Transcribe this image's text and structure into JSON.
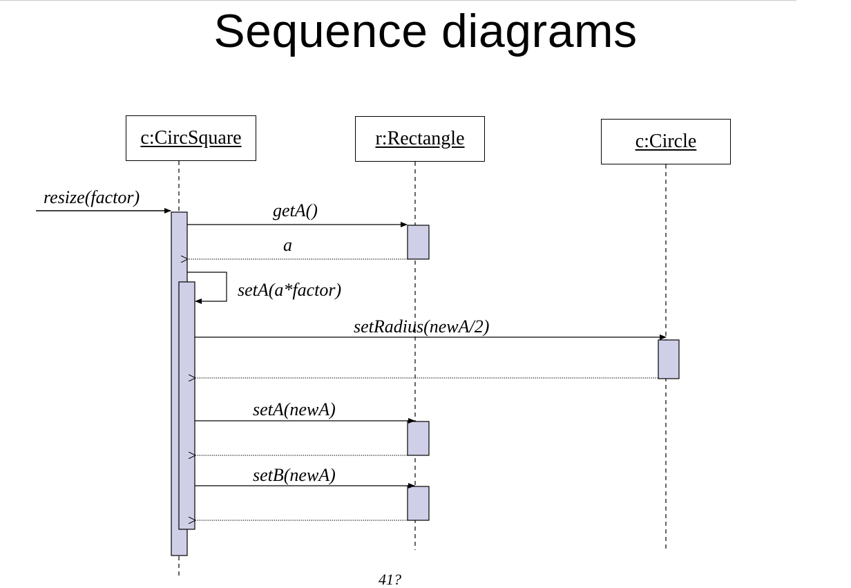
{
  "title": "Sequence diagrams",
  "objects": [
    {
      "name": "circsquare",
      "label": "c:CircSquare"
    },
    {
      "name": "rectangle",
      "label": "r:Rectangle"
    },
    {
      "name": "circle",
      "label": "c:Circle"
    }
  ],
  "messages": {
    "resize": "resize(factor)",
    "getA": "getA()",
    "a_return": "a",
    "setA_self": "setA(a*factor)",
    "setRadius": "setRadius(newA/2)",
    "setA_newA": "setA(newA)",
    "setB_newA": "setB(newA)"
  },
  "page_number": "41?",
  "colors": {
    "activation_fill": "#cfcfe8",
    "line": "#000000"
  }
}
